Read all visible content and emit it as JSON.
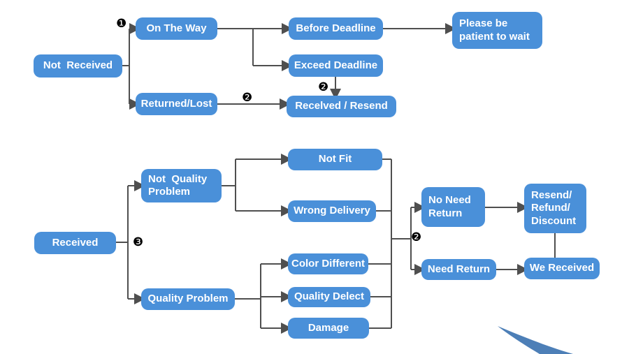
{
  "diagram": {
    "title": "order-status-flowchart",
    "colors": {
      "node_fill": "#4a90d9",
      "node_text": "#ffffff",
      "line": "#4f4f4f",
      "swoosh": "#4d7fb7"
    },
    "markers": {
      "step1": "❶",
      "step2": "❷",
      "step3": "❸"
    },
    "nodes": {
      "not_received": "Not  Received",
      "on_the_way": "On The Way",
      "returned_lost": "Returned/Lost",
      "before_deadline": "Before Deadline",
      "exceed_deadline": "Exceed Deadline",
      "received_resend": "Recelved / Resend",
      "please_wait": "Please be\npatient to wait",
      "received": "Received",
      "not_quality_problem": "Not  Quality\nProblem",
      "quality_problem": "Quality Problem",
      "not_fit": "Not Fit",
      "wrong_delivery": "Wrong Delivery",
      "color_different": "Color Different",
      "quality_delect": "Quality Delect",
      "damage": "Damage",
      "no_need_return": "No Need\nReturn",
      "need_return": "Need Return",
      "resend_refund_discount": "Resend/\nRefund/\nDiscount",
      "we_received": "We Received"
    }
  }
}
